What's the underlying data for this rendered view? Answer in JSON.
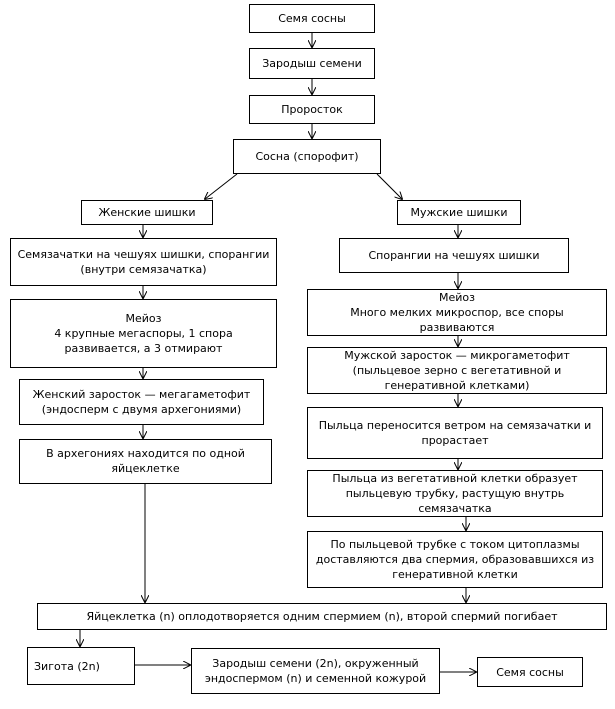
{
  "nodes": {
    "seeds": "Семя сосны",
    "embryo": "Зародыш семени",
    "sprout": "Проросток",
    "sporophyte": "Сосна (спорофит)",
    "female_cones": "Женские шишки",
    "male_cones": "Мужские шишки",
    "ovules": "Семязачатки на чешуях шишки, спорангии (внутри семязачатка)",
    "male_sporangia": "Спорангии на чешуях шишки",
    "female_meiosis_title": "Мейоз",
    "female_meiosis_text": "4 крупные мегаспоры, 1 спора развивается, а 3 отмирают",
    "male_meiosis_title": "Мейоз",
    "male_meiosis_text": "Много мелких микроспор, все споры развиваются",
    "female_gametophyte": "Женский заросток — мегагаметофит (эндосперм с двумя архегониями)",
    "male_gametophyte": "Мужской заросток — микрогаметофит (пыльцевое зерно с вегетативной и генеративной клетками)",
    "archegonia": "В архегониях находится по одной яйцеклетке",
    "pollen_transfer": "Пыльца переносится ветром на семязачатки и прорастает",
    "pollen_tube": "Пыльца из вегетативной клетки образует пыльцевую трубку, растущую внутрь семязачатка",
    "sperm": "По пыльцевой трубке с током цитоплазмы доставляются два спермия, образовавшихся из генеративной клетки",
    "fertilization": "Яйцеклетка (n) оплодотворяется одним спермием (n), второй спермий погибает",
    "zygote": "Зигота (2n)",
    "seed_embryo": "Зародыш семени (2n), окруженный эндоспермом (n) и семенной кожурой",
    "seed_final": "Семя сосны"
  }
}
